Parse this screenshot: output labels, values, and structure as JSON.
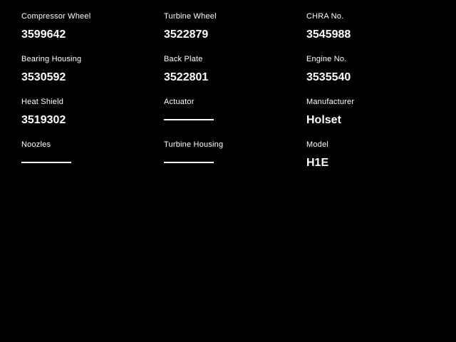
{
  "page": {
    "background_color": "#000000",
    "text_color": "#ffffff"
  },
  "fields": [
    {
      "label": "Compressor Wheel",
      "value": "3599642",
      "empty": false
    },
    {
      "label": "Turbine Wheel",
      "value": "3522879",
      "empty": false
    },
    {
      "label": "CHRA No.",
      "value": "3545988",
      "empty": false
    },
    {
      "label": "Bearing Housing",
      "value": "3530592",
      "empty": false
    },
    {
      "label": "Back Plate",
      "value": "3522801",
      "empty": false
    },
    {
      "label": "Engine No.",
      "value": "3535540",
      "empty": false
    },
    {
      "label": "Heat Shield",
      "value": "3519302",
      "empty": false
    },
    {
      "label": "Actuator",
      "value": "",
      "empty": true
    },
    {
      "label": "Manufacturer",
      "value": "Holset",
      "empty": false
    },
    {
      "label": "Noozles",
      "value": "",
      "empty": true
    },
    {
      "label": "Turbine Housing",
      "value": "",
      "empty": true
    },
    {
      "label": "Model",
      "value": "H1E",
      "empty": false
    }
  ]
}
